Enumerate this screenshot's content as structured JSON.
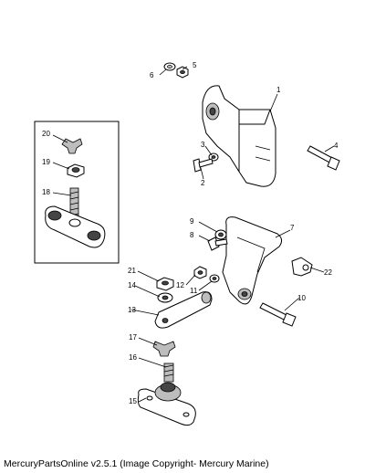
{
  "caption": "MercuryPartsOnline v2.5.1 (Image Copyright- Mercury Marine)",
  "callouts": {
    "c1": "1",
    "c2": "2",
    "c3": "3",
    "c4": "4",
    "c5": "5",
    "c6": "6",
    "c7": "7",
    "c8": "8",
    "c9": "9",
    "c10": "10",
    "c11": "11",
    "c12": "12",
    "c13": "13",
    "c14": "14",
    "c15": "15",
    "c16": "16",
    "c17": "17",
    "c18": "18",
    "c19": "19",
    "c20": "20",
    "c21": "21",
    "c22": "22"
  }
}
